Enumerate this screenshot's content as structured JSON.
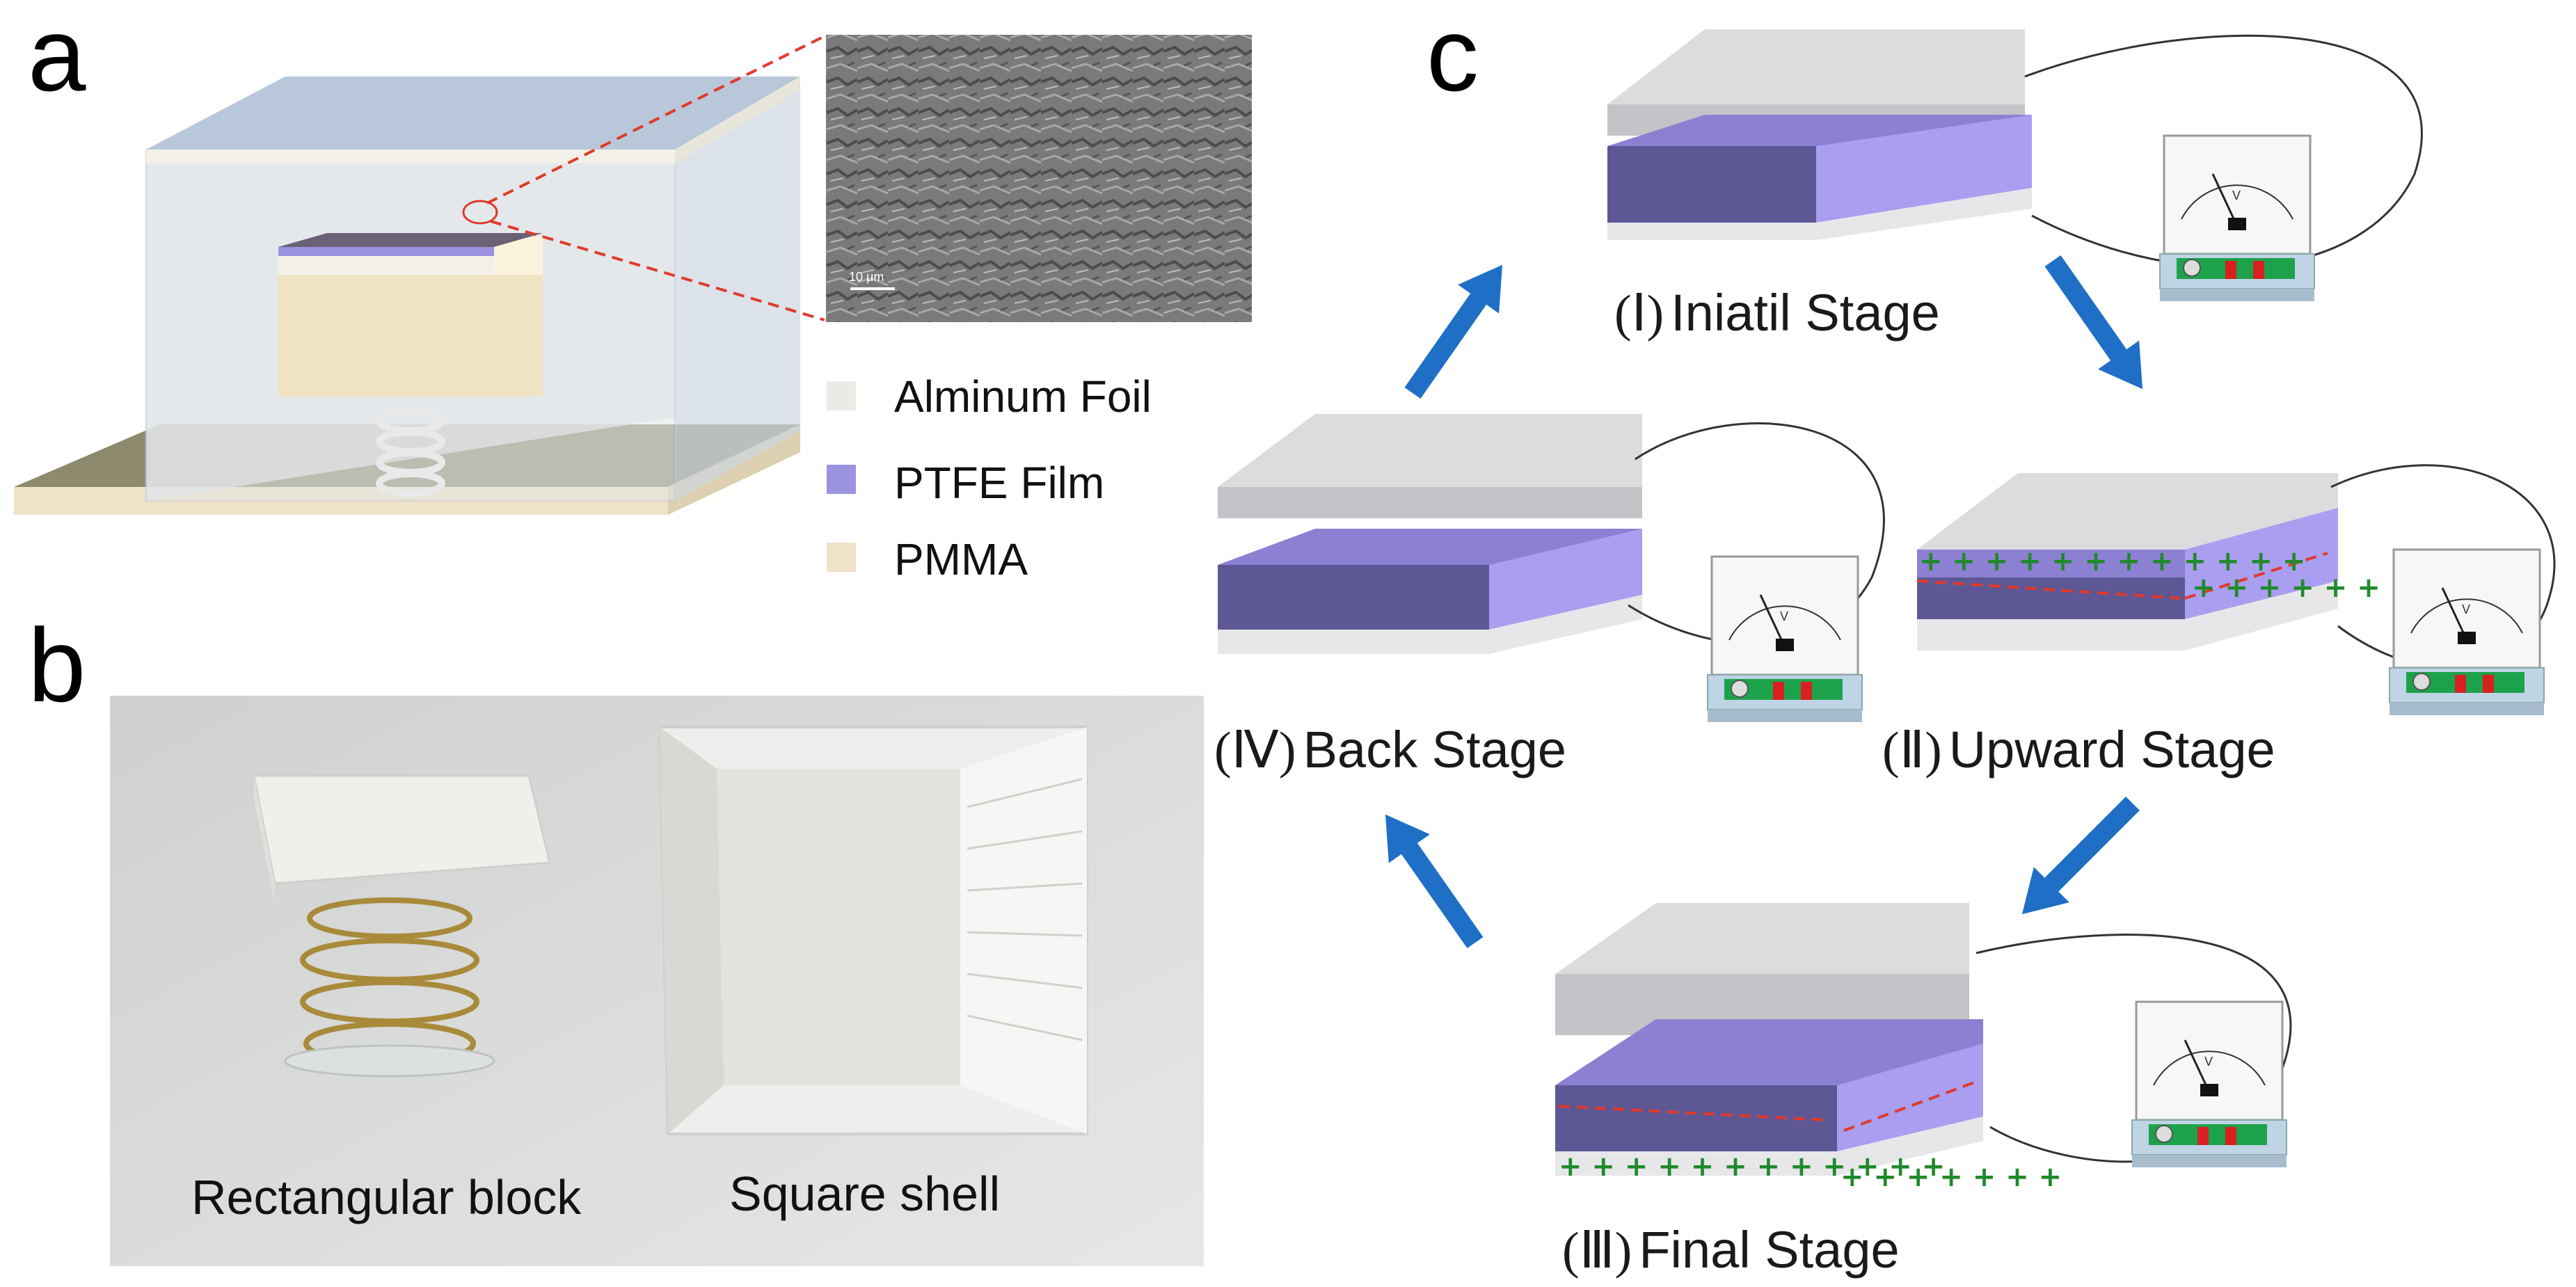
{
  "panels": {
    "a": "a",
    "b": "b",
    "c": "c"
  },
  "legend": [
    {
      "label": "Alminum Foil",
      "color": "#ebebe6"
    },
    {
      "label": "PTFE Film",
      "color": "#9b92e0"
    },
    {
      "label": "PMMA",
      "color": "#efe2c6"
    }
  ],
  "sem": {
    "scale_label": "10 μm"
  },
  "photo": {
    "left_label": "Rectangular block",
    "right_label": "Square shell"
  },
  "stages": [
    {
      "num": "(Ⅰ)",
      "label": "Iniatil Stage"
    },
    {
      "num": "(Ⅱ)",
      "label": "Upward Stage"
    },
    {
      "num": "(Ⅲ)",
      "label": "Final Stage"
    },
    {
      "num": "(Ⅳ)",
      "label": "Back Stage"
    }
  ],
  "colors": {
    "alu_top": "#d9d9dc",
    "alu_side": "#c4c4c8",
    "ptfe_top": "#8c80d2",
    "ptfe_side_dark": "#5e5796",
    "ptfe_side_light": "#a99ef0",
    "arrow": "#1f6fc6",
    "plus": "#1f8a2a",
    "minus_line": "#e03a2a"
  }
}
